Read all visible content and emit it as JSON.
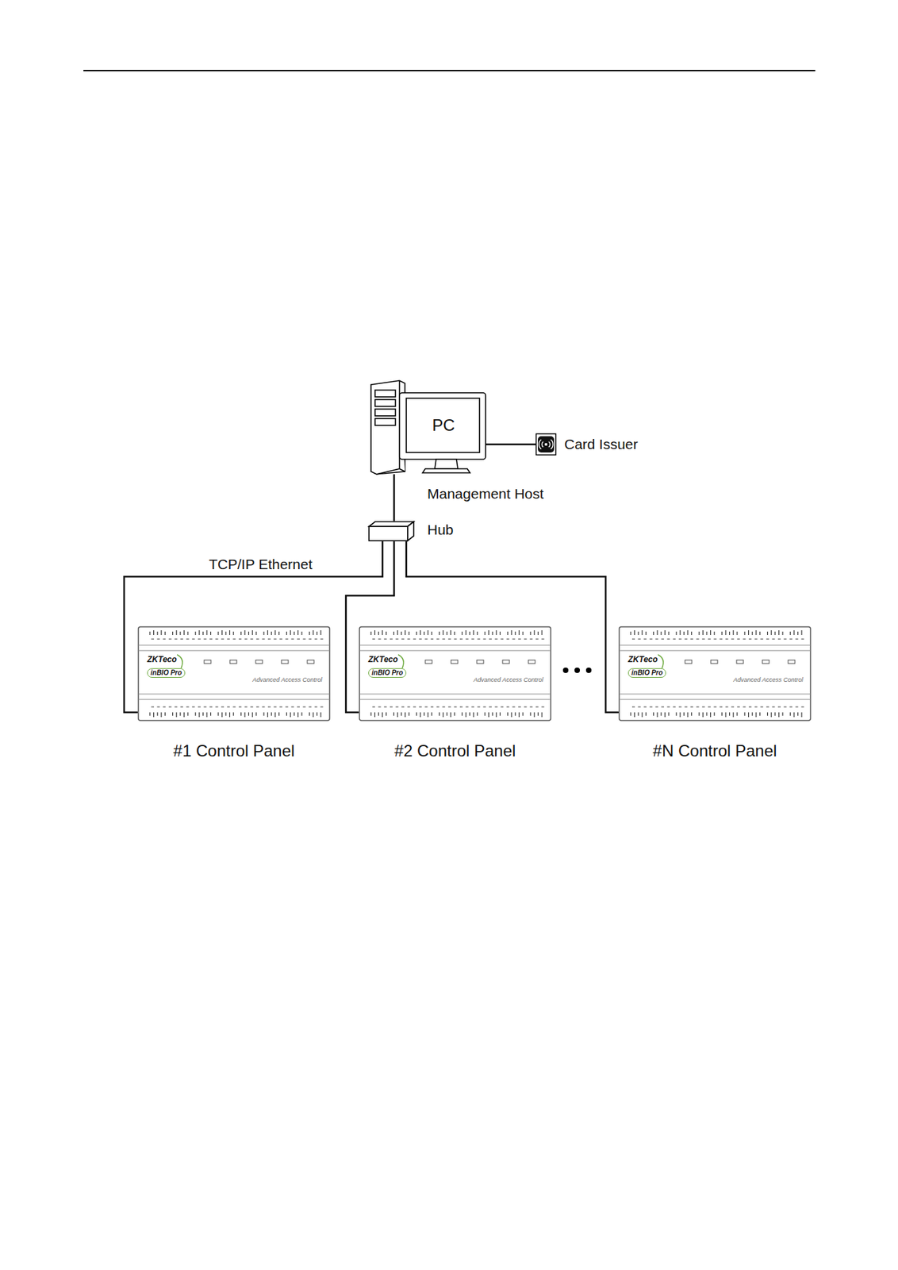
{
  "diagram": {
    "nodes": [
      {
        "text": [
          "PC",
          "Management Host"
        ]
      },
      {
        "text": [
          "Card Issuer"
        ]
      },
      {
        "text": [
          "Hub"
        ]
      },
      {
        "text": [
          "ZKTeco",
          "inBIO Pro",
          "Advanced Access Control",
          "#1 Control Panel"
        ]
      },
      {
        "text": [
          "ZKTeco",
          "inBIO Pro",
          "Advanced Access Control",
          "#2 Control Panel"
        ]
      },
      {
        "text": [
          "ZKTeco",
          "inBIO Pro",
          "Advanced Access Control",
          "#N Control Panel"
        ]
      }
    ],
    "edges": [
      {
        "from": 0,
        "to": 1,
        "arrow": "none"
      },
      {
        "from": 0,
        "to": 2,
        "arrow": "none"
      },
      {
        "from": 2,
        "to": 3,
        "label": "TCP/IP Ethernet",
        "arrow": "none"
      },
      {
        "from": 2,
        "to": 4,
        "arrow": "none"
      },
      {
        "from": 2,
        "to": 5,
        "arrow": "none"
      }
    ]
  }
}
